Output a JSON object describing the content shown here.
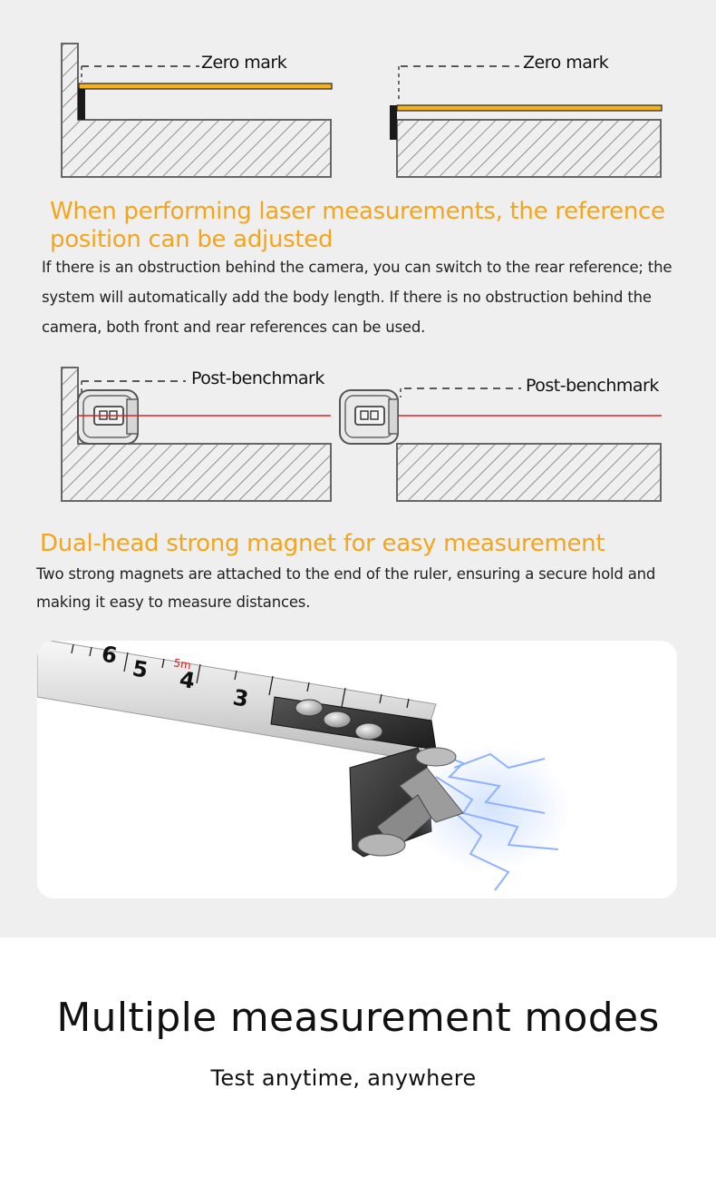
{
  "diagram1": {
    "left_label": "Zero mark",
    "right_label": "Zero mark"
  },
  "section1": {
    "heading": "When performing laser measurements, the reference position can be adjusted",
    "body": "If there is an obstruction behind the camera, you can switch to the rear reference; the system will automatically add the body length. If there is no obstruction behind the camera, both front and rear references can be used."
  },
  "diagram2": {
    "left_label": "Post-benchmark",
    "right_label": "Post-benchmark"
  },
  "section2": {
    "heading": "Dual-head strong magnet for easy measurement",
    "body": "Two strong magnets are attached to the end of the ruler, ensuring a secure hold and making it easy to measure distances."
  },
  "photo": {
    "tape_numbers": [
      "6",
      "5",
      "4",
      "3"
    ],
    "tape_unit": "5m"
  },
  "footer": {
    "title": "Multiple measurement modes",
    "subtitle": "Test anytime, anywhere"
  },
  "colors": {
    "accent": "#f5a51b",
    "laser": "#e02020",
    "background": "#efefef"
  }
}
